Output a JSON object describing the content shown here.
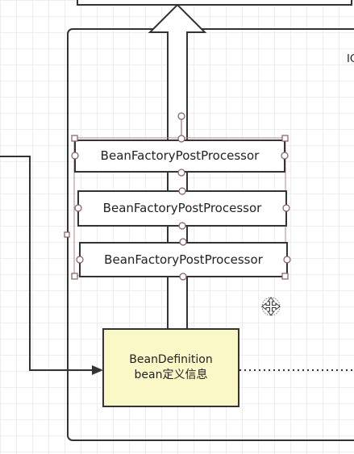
{
  "container": {
    "label": "IC"
  },
  "processors": [
    {
      "label": "BeanFactoryPostProcessor"
    },
    {
      "label": "BeanFactoryPostProcessor"
    },
    {
      "label": "BeanFactoryPostProcessor"
    }
  ],
  "bean_definition": {
    "line1": "BeanDefinition",
    "line2": "bean定义信息",
    "fill": "#fbf8c8",
    "border": "#333333"
  },
  "colors": {
    "stroke": "#333333",
    "handle": "#8a5a5a",
    "grid": "#eeeeee"
  },
  "icons": {
    "move_cursor": "move-cursor-icon",
    "up_arrow": "up-arrow-icon"
  }
}
